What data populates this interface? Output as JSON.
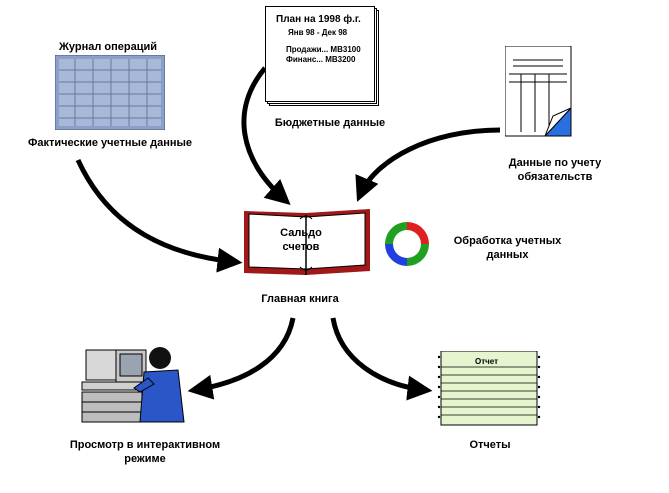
{
  "journal": {
    "title": "Журнал операций",
    "caption": "Фактические учетные данные"
  },
  "budget": {
    "doc_title": "План на 1998 ф.г.",
    "doc_period": "Янв 98 - Дек 98",
    "doc_line1": "Продажи... МВ3100",
    "doc_line2": "Финанс... МВ3200",
    "caption": "Бюджетные данные"
  },
  "liabilities": {
    "caption_line1": "Данные по учету",
    "caption_line2": "обязательств"
  },
  "ledger": {
    "book_line1": "Сальдо",
    "book_line2": "счетов",
    "caption": "Главная книга"
  },
  "processing": {
    "caption_line1": "Обработка учетных",
    "caption_line2": "данных",
    "colors": [
      "#e02020",
      "#20a020",
      "#2040e0"
    ]
  },
  "interactive": {
    "caption_line1": "Просмотр в интерактивном",
    "caption_line2": "режиме"
  },
  "reports": {
    "doc_title": "Отчет",
    "caption": "Отчеты"
  },
  "colors": {
    "arrow": "#000000",
    "book_red": "#a01818",
    "listing_green": "#e6f5d0",
    "corner_blue": "#2a6fe0"
  }
}
